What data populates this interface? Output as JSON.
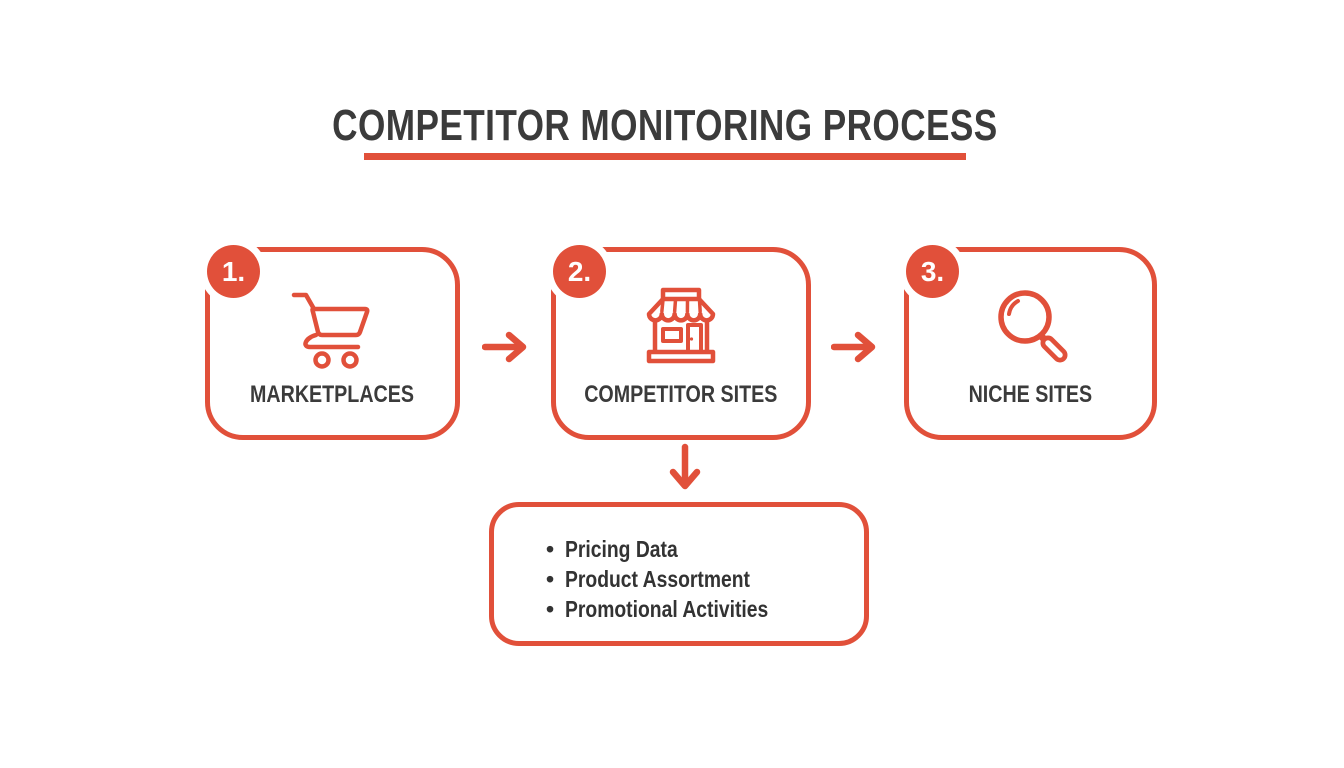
{
  "title": {
    "text": "COMPETITOR MONITORING PROCESS"
  },
  "colors": {
    "accent": "#E1503A",
    "text": "#3B3B3B",
    "background": "#FFFFFF"
  },
  "steps": [
    {
      "number": "1.",
      "label": "MARKETPLACES",
      "icon": "shopping-cart-icon"
    },
    {
      "number": "2.",
      "label": "COMPETITOR SITES",
      "icon": "storefront-icon"
    },
    {
      "number": "3.",
      "label": "NICHE SITES",
      "icon": "magnifying-glass-icon"
    }
  ],
  "connectors": [
    {
      "from": "MARKETPLACES",
      "to": "COMPETITOR SITES",
      "direction": "right"
    },
    {
      "from": "COMPETITOR SITES",
      "to": "NICHE SITES",
      "direction": "right"
    },
    {
      "from": "COMPETITOR SITES",
      "to": "details",
      "direction": "down"
    }
  ],
  "details_box": {
    "bullet": "•",
    "items": [
      "Pricing Data",
      "Product Assortment",
      "Promotional Activities"
    ]
  }
}
